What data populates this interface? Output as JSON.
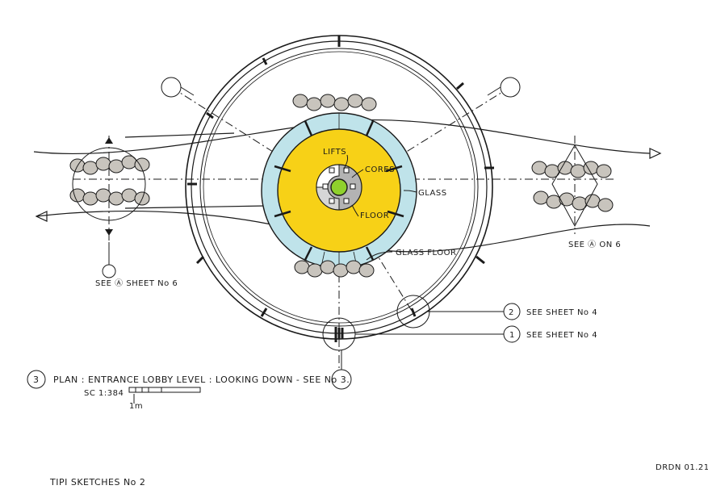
{
  "labels": {
    "lifts": "LIFTS",
    "cores": "CORES",
    "glass": "GLASS",
    "floor": "FLOOR",
    "glass_floor": "GLASS FLOOR",
    "see_a_on_6": "SEE Ⓐ ON 6",
    "see_a_sheet_6": "SEE Ⓐ SHEET No 6",
    "see_sheet_4_top": "SEE SHEET No 4",
    "see_sheet_4_bottom": "SEE SHEET No 4",
    "ref_2": "2",
    "ref_1": "1"
  },
  "title_block": {
    "drawing_number": "3",
    "plan_title": "PLAN : ENTRANCE LOBBY LEVEL : LOOKING DOWN - SEE No 3.",
    "scale": "SC 1:384",
    "scale_unit": "1m",
    "sheet_title": "TIPI SKETCHES No 2",
    "author_date": "DRDN 01.21"
  },
  "colors": {
    "ink": "#1a1a1a",
    "yellow_floor": "#f7d117",
    "blue_glass": "#bfe3ea",
    "grey_core": "#b3b3b3",
    "green_center": "#8fd12c",
    "stone_grey": "#c8c4bd"
  }
}
